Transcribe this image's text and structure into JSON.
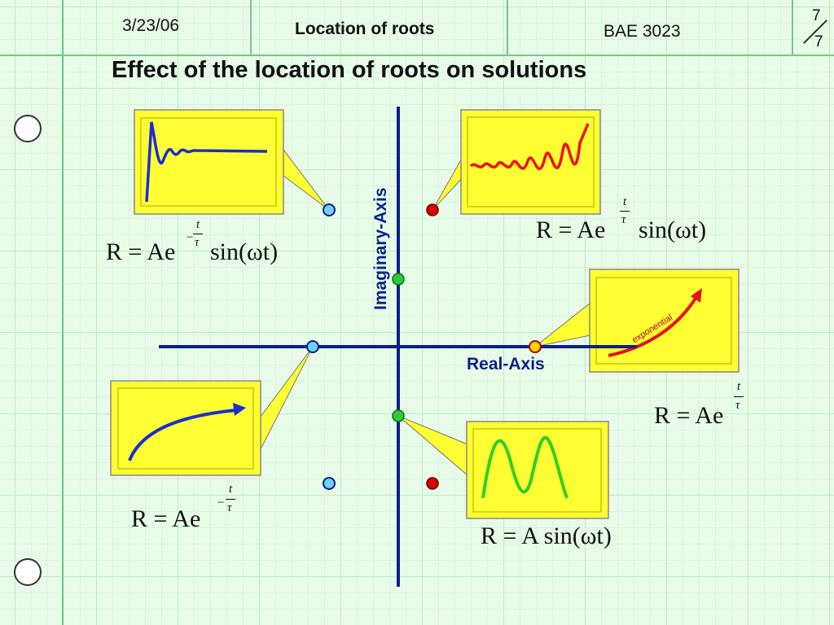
{
  "header": {
    "date": "3/23/06",
    "title": "Location of roots",
    "course": "BAE 3023",
    "page_number": "7",
    "page_total": "7"
  },
  "slide_title": "Effect of the location of roots on solutions",
  "axes": {
    "real_label": "Real-Axis",
    "imaginary_label": "Imaginary-Axis"
  },
  "annotations": {
    "exponential_label": "exponential"
  },
  "roots": [
    {
      "name": "upper-left",
      "color": "#6fd2ff"
    },
    {
      "name": "upper-right",
      "color": "#e00000"
    },
    {
      "name": "imag-upper",
      "color": "#2ccc3a"
    },
    {
      "name": "real-left",
      "color": "#6fd2ff"
    },
    {
      "name": "real-right",
      "color": "#ffd400"
    },
    {
      "name": "imag-lower",
      "color": "#2ccc3a"
    },
    {
      "name": "lower-left",
      "color": "#6fd2ff"
    },
    {
      "name": "lower-right",
      "color": "#e00000"
    }
  ],
  "equations": {
    "damped": {
      "main": "R = Ae",
      "exp_num": "t",
      "exp_den": "τ",
      "exp_sign": "−",
      "tail": "sin(ωt)"
    },
    "growing_osc": {
      "main": "R = Ae",
      "exp_num": "t",
      "exp_den": "τ",
      "tail": "sin(ωt)"
    },
    "growing": {
      "main": "R = Ae",
      "exp_num": "t",
      "exp_den": "τ"
    },
    "decaying": {
      "main": "R = Ae",
      "exp_num": "t",
      "exp_den": "τ",
      "exp_sign": "−"
    },
    "pure_osc": {
      "main": "R = A sin(ωt)"
    }
  },
  "colors": {
    "panel_fill": "#ffff33",
    "axis": "#0b1f8a",
    "grid": "#bfe9c4"
  }
}
